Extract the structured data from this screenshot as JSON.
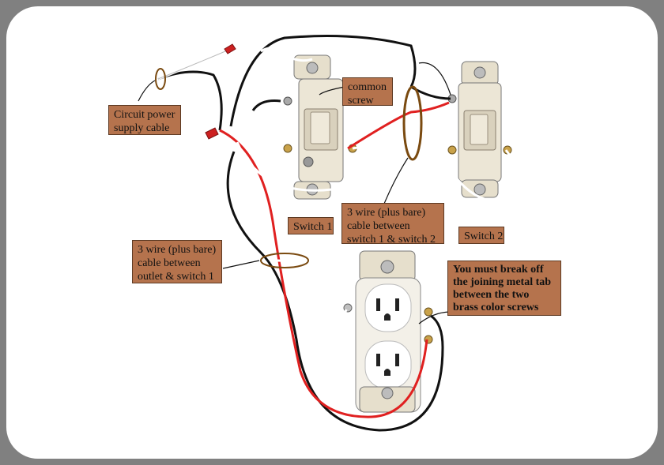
{
  "labels": {
    "circuit_power": [
      "Circuit power",
      "supply  cable"
    ],
    "common_screw": [
      "common",
      "screw"
    ],
    "switch1": "Switch 1",
    "switch2": "Switch 2",
    "cable_switches": [
      "3 wire (plus bare)",
      "cable between",
      "switch 1 & switch 2"
    ],
    "cable_outlet": [
      "3 wire (plus bare)",
      "cable between",
      "outlet & switch 1"
    ],
    "tab_note": [
      "You must break off",
      "the joining metal tab",
      "between the two",
      "brass color screws"
    ]
  },
  "colors": {
    "background_gray": "#808080",
    "label_fill": "#b5734d",
    "wire_black": "#111111",
    "wire_red": "#e02020",
    "wire_white": "#ffffff",
    "device_ivory": "#ece6d6",
    "cable_marker": "#7a4a10"
  }
}
